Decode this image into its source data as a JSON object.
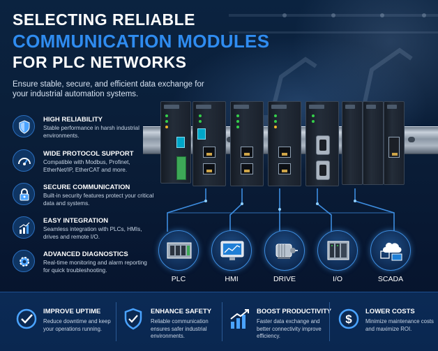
{
  "header": {
    "title_line1": "SELECTING RELIABLE",
    "title_line2": "COMMUNICATION MODULES",
    "title_line3": "FOR PLC NETWORKS",
    "subtitle": "Ensure stable, secure, and efficient data exchange for your industrial automation systems."
  },
  "features": [
    {
      "icon": "shield-icon",
      "title": "HIGH RELIABILITY",
      "desc": "Stable performance in harsh industrial environments."
    },
    {
      "icon": "gauge-icon",
      "title": "WIDE PROTOCOL SUPPORT",
      "desc": "Compatible with Modbus, Profinet, EtherNet/IP, EtherCAT and more."
    },
    {
      "icon": "lock-icon",
      "title": "SECURE COMMUNICATION",
      "desc": "Built-in security features protect your critical data and systems."
    },
    {
      "icon": "bar-chart-icon",
      "title": "EASY INTEGRATION",
      "desc": "Seamless integration with PLCs, HMIs, drives and remote I/O."
    },
    {
      "icon": "gear-icon",
      "title": "ADVANCED DIAGNOSTICS",
      "desc": "Real-time monitoring and alarm reporting for quick troubleshooting."
    }
  ],
  "devices": [
    {
      "icon": "plc-icon",
      "label": "PLC"
    },
    {
      "icon": "hmi-icon",
      "label": "HMI"
    },
    {
      "icon": "motor-icon",
      "label": "DRIVE"
    },
    {
      "icon": "io-module-icon",
      "label": "I/O"
    },
    {
      "icon": "cloud-monitor-icon",
      "label": "SCADA"
    }
  ],
  "benefits": [
    {
      "icon": "check-circle-icon",
      "title": "IMPROVE UPTIME",
      "desc": "Reduce downtime and keep your operations running."
    },
    {
      "icon": "shield-check-icon",
      "title": "ENHANCE SAFETY",
      "desc": "Reliable communication ensures safer industrial environments."
    },
    {
      "icon": "growth-chart-icon",
      "title": "BOOST PRODUCTIVITY",
      "desc": "Faster data exchange and better connectivity improve efficiency."
    },
    {
      "icon": "dollar-icon",
      "title": "LOWER COSTS",
      "desc": "Minimize maintenance costs and maximize ROI."
    }
  ],
  "colors": {
    "accent": "#2f8cf0",
    "background": "#06142b",
    "bottom_bar": "#0b2a55",
    "network_line": "#3d8de0"
  }
}
